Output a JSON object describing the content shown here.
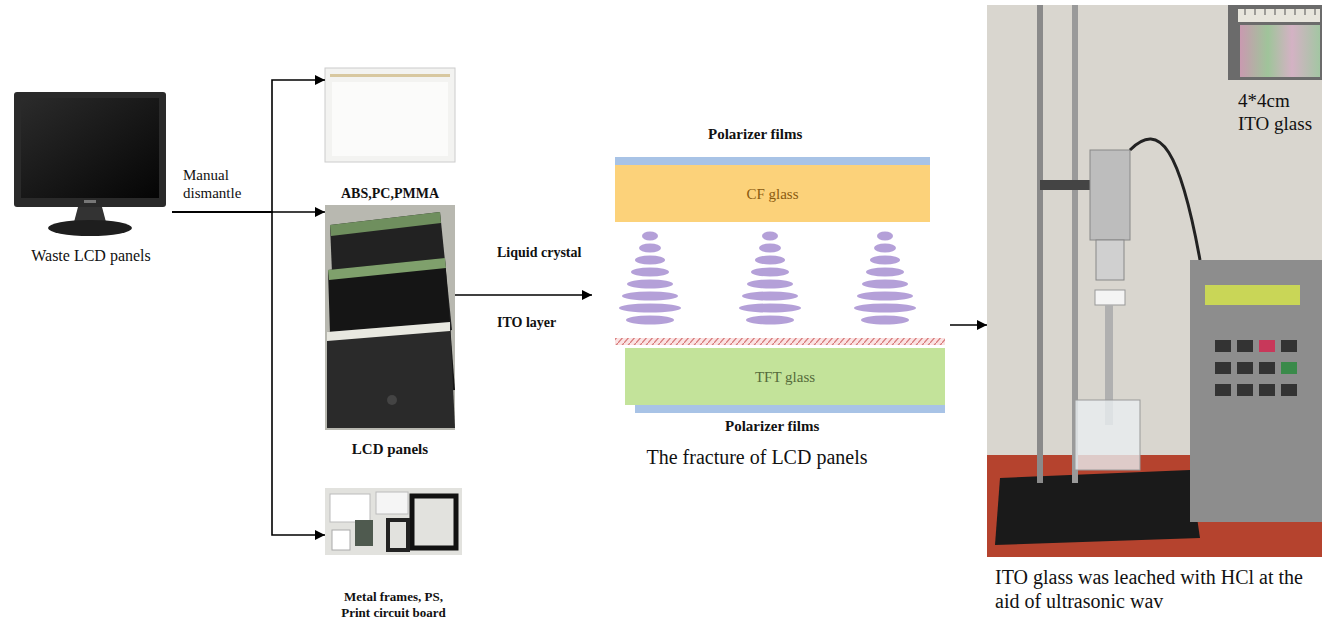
{
  "diagram": {
    "nodes": [
      {
        "text": [
          "Waste LCD panels"
        ]
      },
      {
        "text": [
          "ABS,PC,PMMA"
        ]
      },
      {
        "text": [
          "LCD panels"
        ]
      },
      {
        "text": [
          "Metal frames, PS, Print circuit board"
        ]
      },
      {
        "text": [
          "The fracture of LCD panels"
        ]
      },
      {
        "text": [
          "CF glass"
        ],
        "in": 4
      },
      {
        "text": [
          "TFT glass"
        ],
        "in": 4
      },
      {
        "text": [
          "ITO glass was leached with HCl at the aid of ultrasonic wav"
        ]
      }
    ],
    "edges": [
      {
        "from": 0,
        "to": 1,
        "arrow": "to"
      },
      {
        "from": 0,
        "to": 2,
        "label": "Manual dismantle",
        "arrow": "to"
      },
      {
        "from": 0,
        "to": 3,
        "arrow": "to"
      },
      {
        "from": 2,
        "to": 4,
        "arrow": "to"
      },
      {
        "from": 4,
        "to": 7,
        "arrow": "to"
      }
    ],
    "labels": [
      "Polarizer films",
      "Liquid crystal",
      "ITO layer",
      "Polarizer films",
      "4*4cm ITO glass"
    ]
  }
}
